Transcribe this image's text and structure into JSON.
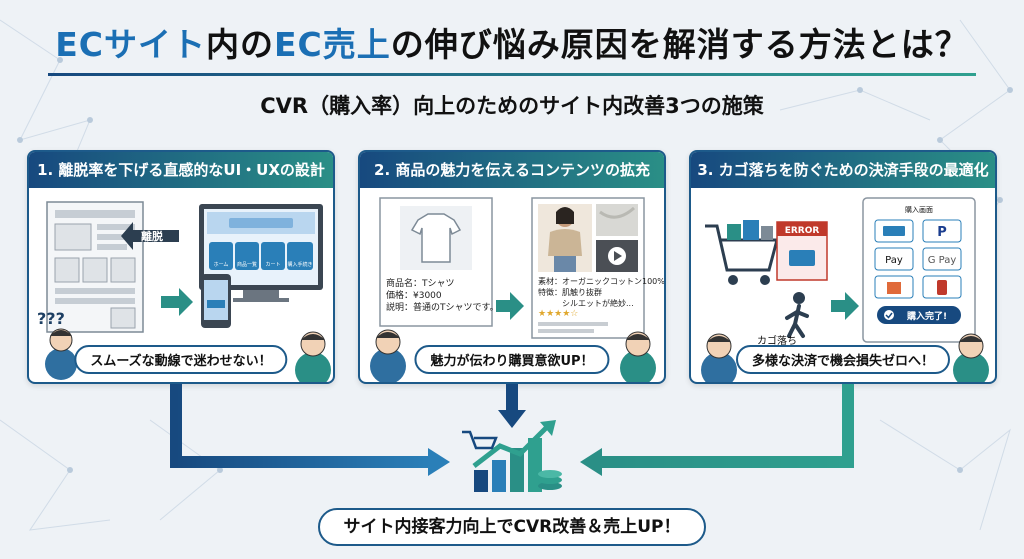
{
  "title": {
    "part1": "ECサイト",
    "part2": "内の",
    "part3": "EC売上",
    "part4": "の伸び悩み原因を解消する方法とは？"
  },
  "subtitle": "CVR（購入率）向上のためのサイト内改善3つの施策",
  "cards": [
    {
      "heading": "1. 離脱率を下げる直感的なUI・UXの設計",
      "bounce_label": "離脱",
      "question_marks": "???",
      "nav_buttons": [
        "ホーム",
        "商品一覧",
        "カート",
        "購入手続き"
      ],
      "pill": "スムーズな動線で迷わせない！"
    },
    {
      "heading": "2. 商品の魅力を伝えるコンテンツの拡充",
      "before_lines": [
        "商品名：Tシャツ",
        "価格：¥3000",
        "説明：普通のTシャツです。"
      ],
      "after_lines": [
        "素材：オーガニックコットン100%",
        "特徴：肌触り抜群",
        "　　　シルエットが絶妙..."
      ],
      "rating_stars": "★★★★☆",
      "pill": "魅力が伝わり購買意欲UP！"
    },
    {
      "heading": "3. カゴ落ちを防ぐための決済手段の最適化",
      "error_label": "ERROR",
      "cart_drop_label": "カゴ落ち",
      "panel_title": "購入画面",
      "payment_options": [
        "card",
        "PayPal",
        "Apple Pay",
        "G Pay",
        "store",
        "mobile"
      ],
      "apple_pay": "Pay",
      "google_pay": "G Pay",
      "paypal": "P",
      "complete_label": "購入完了!",
      "pill": "多様な決済で機会損失ゼロへ！"
    }
  ],
  "final_banner": "サイト内接客力向上でCVR改善＆売上UP！",
  "colors": {
    "navy": "#1d5a8a",
    "teal": "#2a8f86",
    "accent_blue": "#1b6fb4"
  }
}
